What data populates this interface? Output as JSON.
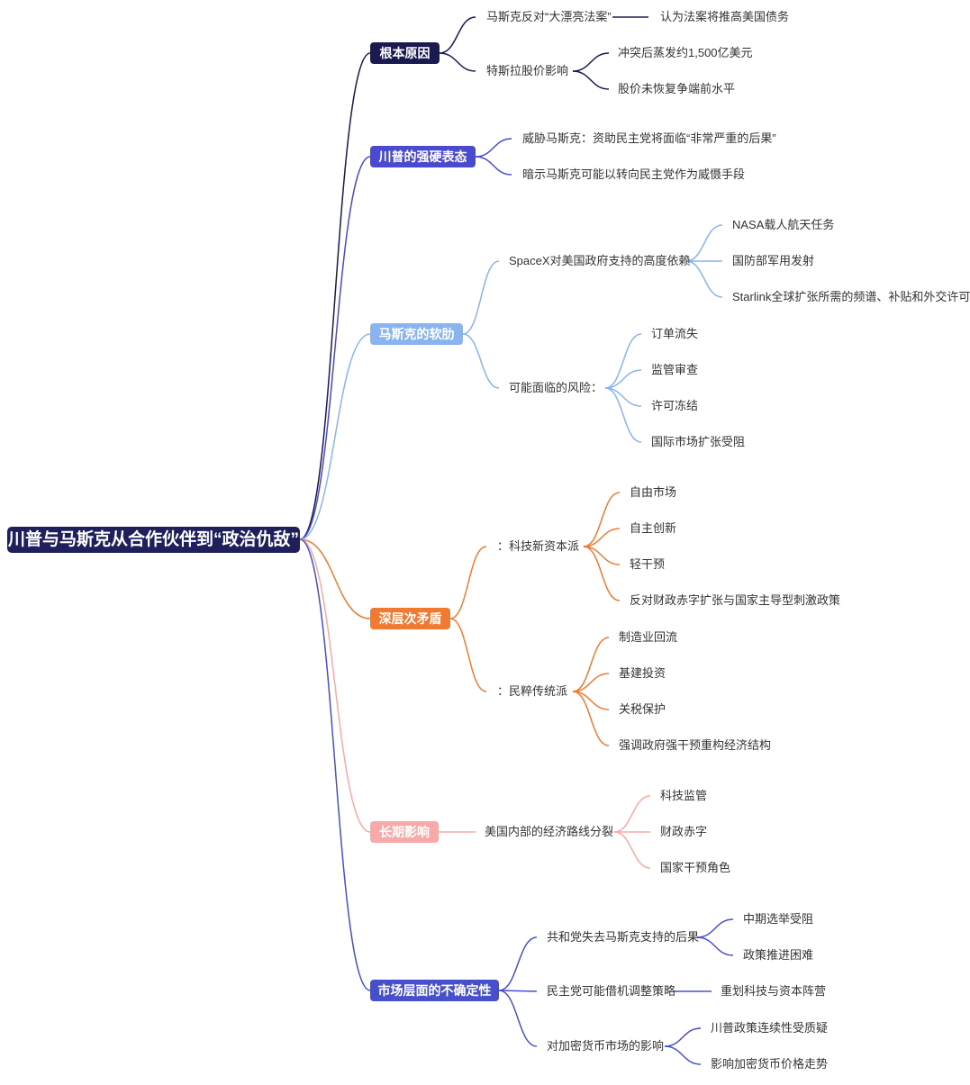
{
  "root": "川普与马斯克从合作伙伴到“政治仇敌”",
  "colors": {
    "root": "#1f1f5c",
    "b1": "#1a1a50",
    "b2": "#4a4ad0",
    "b3": "#8ab4f0",
    "b4": "#f07a30",
    "b5": "#f7aaa8",
    "b6": "#4650cc"
  },
  "branches": {
    "b1": {
      "label": "根本原因",
      "c1": {
        "label": "马斯克反对“大漂亮法案”",
        "g1": "认为法案将推高美国债务"
      },
      "c2": {
        "label": "特斯拉股价影响",
        "g1": "冲突后蒸发约1,500亿美元",
        "g2": "股价未恢复争端前水平"
      }
    },
    "b2": {
      "label": "川普的强硬表态",
      "c1": {
        "label": "威胁马斯克：资助民主党将面临“非常严重的后果”"
      },
      "c2": {
        "label": "暗示马斯克可能以转向民主党作为威慑手段"
      }
    },
    "b3": {
      "label": "马斯克的软肋",
      "c1": {
        "label": "SpaceX对美国政府支持的高度依赖",
        "g1": "NASA载人航天任务",
        "g2": "国防部军用发射",
        "g3": "Starlink全球扩张所需的频谱、补贴和外交许可"
      },
      "c2": {
        "label": "可能面临的风险：",
        "g1": "订单流失",
        "g2": "监管审查",
        "g3": "许可冻结",
        "g4": "国际市场扩张受阻"
      }
    },
    "b4": {
      "label": "深层次矛盾",
      "c1": {
        "label": "：科技新资本派",
        "g1": "自由市场",
        "g2": "自主创新",
        "g3": "轻干预",
        "g4": "反对财政赤字扩张与国家主导型刺激政策"
      },
      "c2": {
        "label": "：民粹传统派",
        "g1": "制造业回流",
        "g2": "基建投资",
        "g3": "关税保护",
        "g4": "强调政府强干预重构经济结构"
      }
    },
    "b5": {
      "label": "长期影响",
      "c1": {
        "label": "美国内部的经济路线分裂",
        "g1": "科技监管",
        "g2": "财政赤字",
        "g3": "国家干预角色"
      }
    },
    "b6": {
      "label": "市场层面的不确定性",
      "c1": {
        "label": "共和党失去马斯克支持的后果",
        "g1": "中期选举受阻",
        "g2": "政策推进困难"
      },
      "c2": {
        "label": "民主党可能借机调整策略",
        "g1": "重划科技与资本阵营"
      },
      "c3": {
        "label": "对加密货币市场的影响",
        "g1": "川普政策连续性受质疑",
        "g2": "影响加密货币价格走势"
      }
    }
  }
}
